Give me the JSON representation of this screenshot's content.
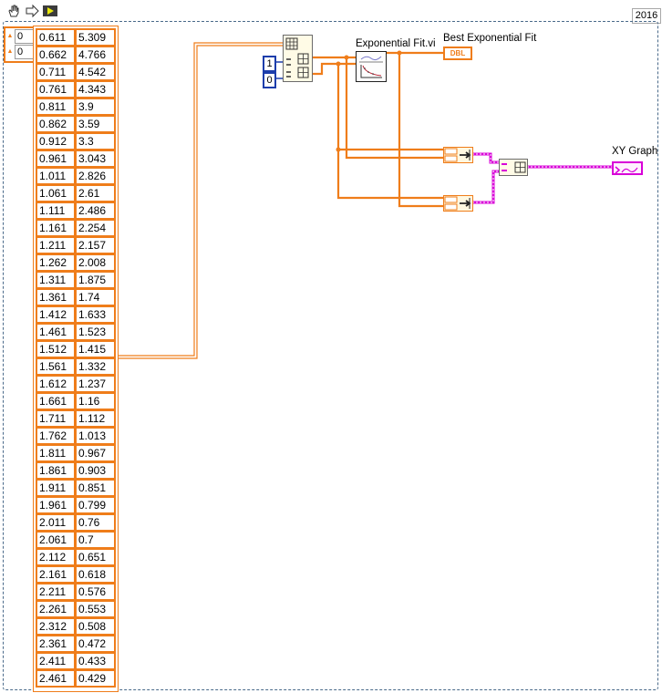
{
  "year_label": "2016",
  "toolbar": [
    {
      "name": "operate-hand-icon",
      "glyph": "✋"
    },
    {
      "name": "run-arrow-icon",
      "glyph": "⇨"
    },
    {
      "name": "highlight-execution-icon",
      "glyph": "▶"
    }
  ],
  "array_index": {
    "row": "0",
    "col": "0"
  },
  "data_table": [
    [
      "0.611",
      "5.309"
    ],
    [
      "0.662",
      "4.766"
    ],
    [
      "0.711",
      "4.542"
    ],
    [
      "0.761",
      "4.343"
    ],
    [
      "0.811",
      "3.9"
    ],
    [
      "0.862",
      "3.59"
    ],
    [
      "0.912",
      "3.3"
    ],
    [
      "0.961",
      "3.043"
    ],
    [
      "1.011",
      "2.826"
    ],
    [
      "1.061",
      "2.61"
    ],
    [
      "1.111",
      "2.486"
    ],
    [
      "1.161",
      "2.254"
    ],
    [
      "1.211",
      "2.157"
    ],
    [
      "1.262",
      "2.008"
    ],
    [
      "1.311",
      "1.875"
    ],
    [
      "1.361",
      "1.74"
    ],
    [
      "1.412",
      "1.633"
    ],
    [
      "1.461",
      "1.523"
    ],
    [
      "1.512",
      "1.415"
    ],
    [
      "1.561",
      "1.332"
    ],
    [
      "1.612",
      "1.237"
    ],
    [
      "1.661",
      "1.16"
    ],
    [
      "1.711",
      "1.112"
    ],
    [
      "1.762",
      "1.013"
    ],
    [
      "1.811",
      "0.967"
    ],
    [
      "1.861",
      "0.903"
    ],
    [
      "1.911",
      "0.851"
    ],
    [
      "1.961",
      "0.799"
    ],
    [
      "2.011",
      "0.76"
    ],
    [
      "2.061",
      "0.7"
    ],
    [
      "2.112",
      "0.651"
    ],
    [
      "2.161",
      "0.618"
    ],
    [
      "2.211",
      "0.576"
    ],
    [
      "2.261",
      "0.553"
    ],
    [
      "2.312",
      "0.508"
    ],
    [
      "2.361",
      "0.472"
    ],
    [
      "2.411",
      "0.433"
    ],
    [
      "2.461",
      "0.429"
    ]
  ],
  "index_constants": [
    "1",
    "0"
  ],
  "labels": {
    "exp_fit_vi": "Exponential Fit.vi",
    "best_exp_fit": "Best Exponential Fit",
    "xy_graph": "XY Graph"
  },
  "indicators": {
    "dbl": "DBL"
  },
  "colors": {
    "dbl_wire": "#ef7d1a",
    "cluster_wire": "#d800d8",
    "int_wire": "#1c3dab",
    "frame": "#4a6a8a"
  }
}
